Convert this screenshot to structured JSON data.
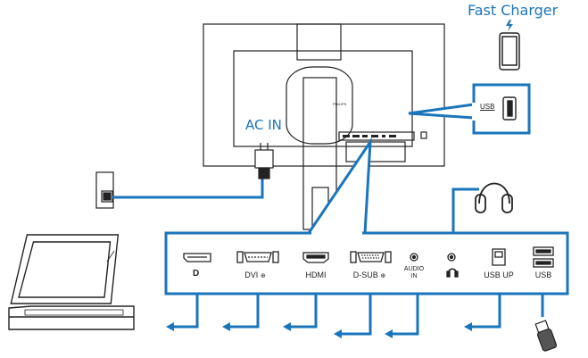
{
  "labels": {
    "fast_charger": "Fast Charger",
    "ac_in": "AC IN",
    "usb_side": "USB",
    "brand": "PHILIPS"
  },
  "ports": [
    {
      "name": "displayport",
      "label": "",
      "icon": "displayport-icon"
    },
    {
      "name": "dvi",
      "label": "DVI",
      "icon": "dvi-connector-icon"
    },
    {
      "name": "hdmi",
      "label": "HDMI",
      "icon": "hdmi-connector-icon"
    },
    {
      "name": "dsub",
      "label": "D-SUB",
      "icon": "vga-connector-icon"
    },
    {
      "name": "audio-in",
      "label": "AUDIO IN",
      "icon": "audio-jack-icon"
    },
    {
      "name": "headphone",
      "label": "",
      "icon": "headphone-jack-icon"
    },
    {
      "name": "usb-up",
      "label": "USB UP",
      "icon": "usb-b-connector-icon"
    },
    {
      "name": "usb",
      "label": "USB",
      "icon": "usb-a-connector-icon"
    }
  ],
  "colors": {
    "accent": "#1a75bb",
    "outline": "#222222"
  }
}
